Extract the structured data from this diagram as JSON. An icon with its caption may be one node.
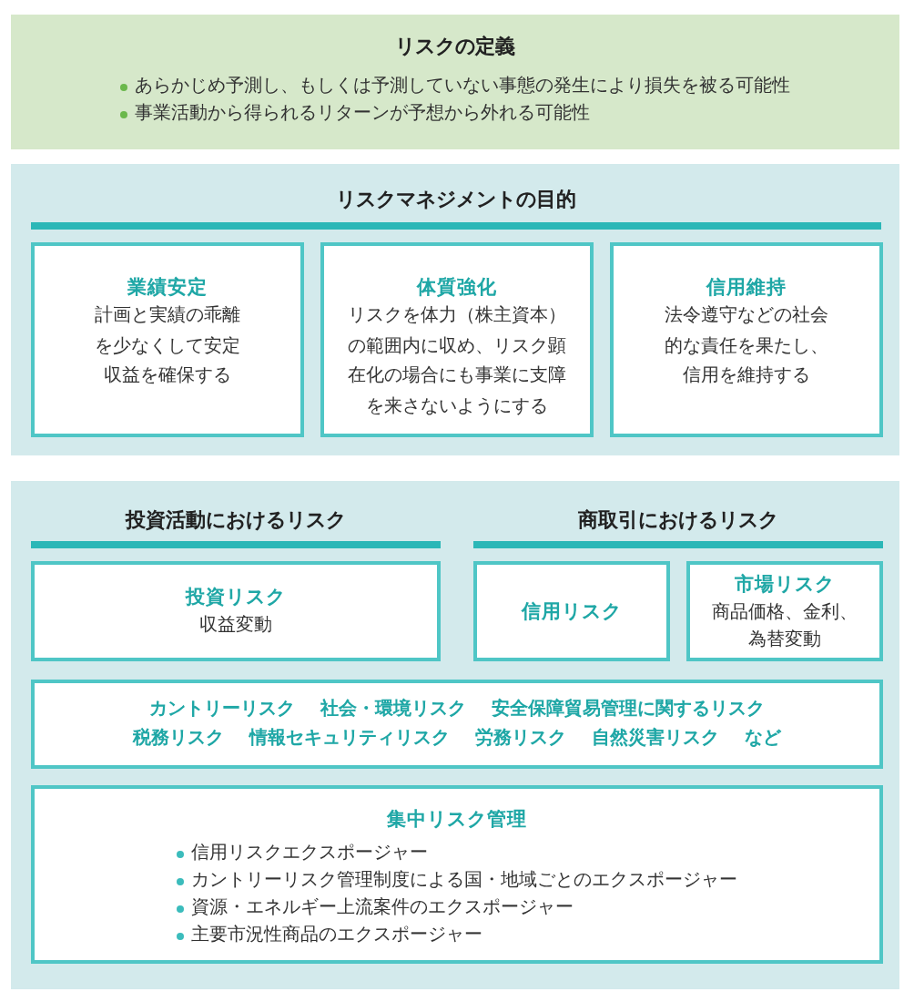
{
  "diagram": {
    "nodes": [
      {
        "text": [
          "リスクの定義",
          "あらかじめ予測し、もしくは予測していない事態の発生により損失を被る可能性",
          "事業活動から得られるリターンが予想から外れる可能性"
        ]
      },
      {
        "text": [
          "リスクマネジメントの目的"
        ]
      },
      {
        "text": [
          "業績安定",
          "計画と実績の乖離を少なくして安定収益を確保する"
        ],
        "in": 1
      },
      {
        "text": [
          "体質強化",
          "リスクを体力（株主資本）の範囲内に収め、リスク顕在化の場合にも事業に支障を来さないようにする"
        ],
        "in": 1
      },
      {
        "text": [
          "信用維持",
          "法令遵守などの社会的な責任を果たし、信用を維持する"
        ],
        "in": 1
      },
      {
        "text": [
          "投資活動におけるリスク",
          "商取引におけるリスク"
        ]
      },
      {
        "text": [
          "投資リスク",
          "収益変動"
        ],
        "in": 5
      },
      {
        "text": [
          "信用リスク"
        ],
        "in": 5
      },
      {
        "text": [
          "市場リスク",
          "商品価格、金利、為替変動"
        ],
        "in": 5
      },
      {
        "text": [
          "カントリーリスク",
          "社会・環境リスク",
          "安全保障貿易管理に関するリスク",
          "税務リスク",
          "情報セキュリティリスク",
          "労務リスク",
          "自然災害リスク",
          "など"
        ],
        "in": 5
      },
      {
        "text": [
          "集中リスク管理",
          "信用リスクエクスポージャー",
          "カントリーリスク管理制度による国・地域ごとのエクスポージャー",
          "資源・エネルギー上流案件のエクスポージャー",
          "主要市況性商品のエクスポージャー"
        ],
        "in": 5
      }
    ]
  }
}
